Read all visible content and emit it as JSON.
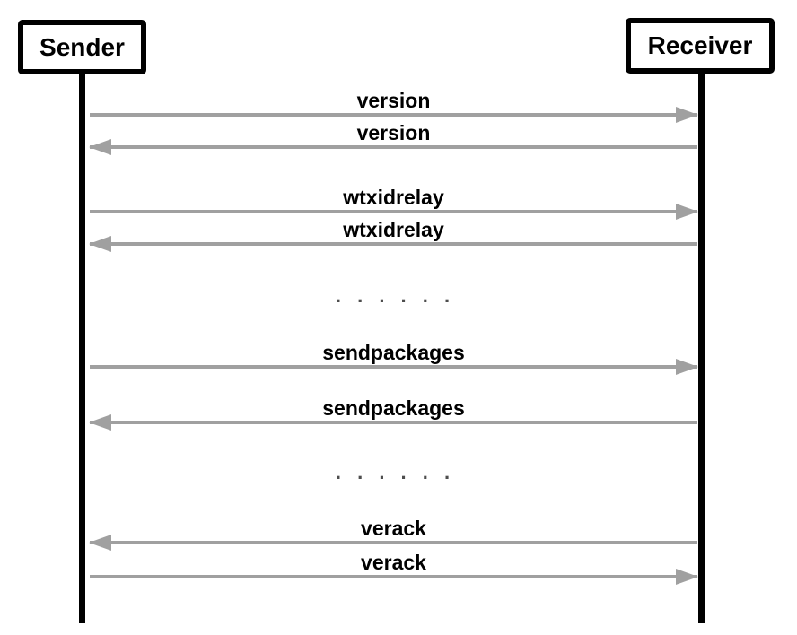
{
  "diagram": {
    "type": "sequence",
    "title": "",
    "actors": [
      {
        "name": "Sender"
      },
      {
        "name": "Receiver"
      }
    ],
    "messages": [
      {
        "label": "version",
        "direction": "right",
        "from": "Sender",
        "to": "Receiver"
      },
      {
        "label": "version",
        "direction": "left",
        "from": "Receiver",
        "to": "Sender"
      },
      {
        "label": "wtxidrelay",
        "direction": "right",
        "from": "Sender",
        "to": "Receiver"
      },
      {
        "label": "wtxidrelay",
        "direction": "left",
        "from": "Receiver",
        "to": "Sender"
      },
      {
        "label": ". . . . . .",
        "direction": "none",
        "type": "ellipsis"
      },
      {
        "label": "sendpackages",
        "direction": "right",
        "from": "Sender",
        "to": "Receiver"
      },
      {
        "label": "sendpackages",
        "direction": "left",
        "from": "Receiver",
        "to": "Sender"
      },
      {
        "label": ". . . . . .",
        "direction": "none",
        "type": "ellipsis"
      },
      {
        "label": "verack",
        "direction": "left",
        "from": "Receiver",
        "to": "Sender"
      },
      {
        "label": "verack",
        "direction": "right",
        "from": "Sender",
        "to": "Receiver"
      }
    ],
    "colors": {
      "background": "#ffffff",
      "actor_border": "#000000",
      "lifeline": "#000000",
      "arrow": "#a0a0a0",
      "label_text": "#000000",
      "ellipsis_text": "#4d4d4d"
    }
  }
}
